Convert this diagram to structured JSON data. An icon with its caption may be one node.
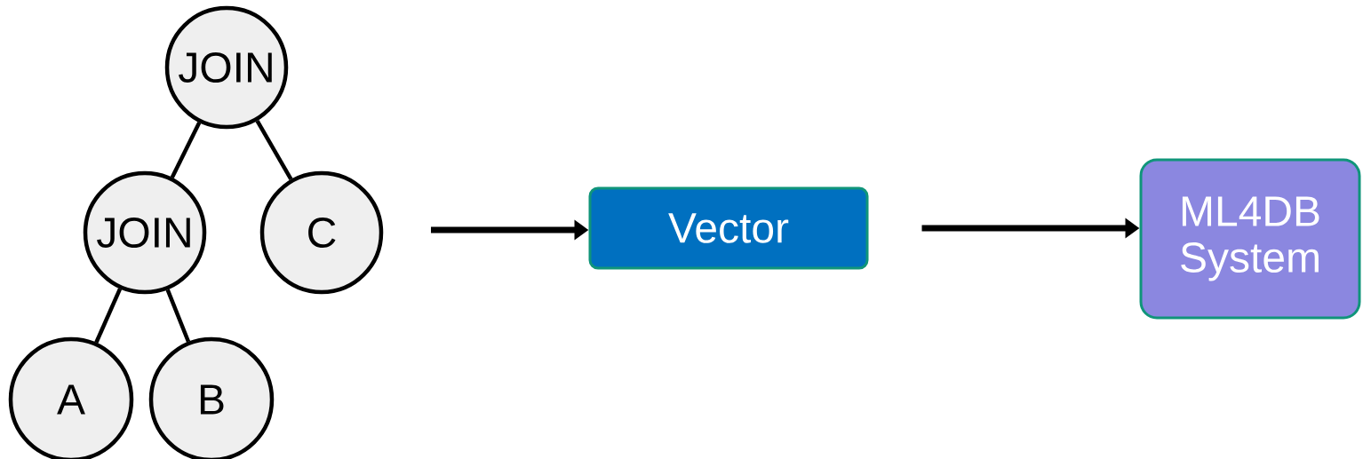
{
  "diagram": {
    "nodes": [
      {
        "text": [
          "JOIN"
        ]
      },
      {
        "text": [
          "JOIN"
        ]
      },
      {
        "text": [
          "C"
        ]
      },
      {
        "text": [
          "A"
        ]
      },
      {
        "text": [
          "B"
        ]
      },
      {
        "text": [
          "Vector"
        ]
      },
      {
        "text": [
          "ML4DB System"
        ]
      }
    ],
    "edges": [
      {
        "from": 0,
        "to": 1,
        "arrow": "none"
      },
      {
        "from": 0,
        "to": 2,
        "arrow": "none"
      },
      {
        "from": 1,
        "to": 3,
        "arrow": "none"
      },
      {
        "from": 1,
        "to": 4,
        "arrow": "none"
      },
      {
        "from": null,
        "to": 5,
        "arrow": "to"
      },
      {
        "from": 5,
        "to": 6,
        "arrow": "to"
      }
    ]
  }
}
